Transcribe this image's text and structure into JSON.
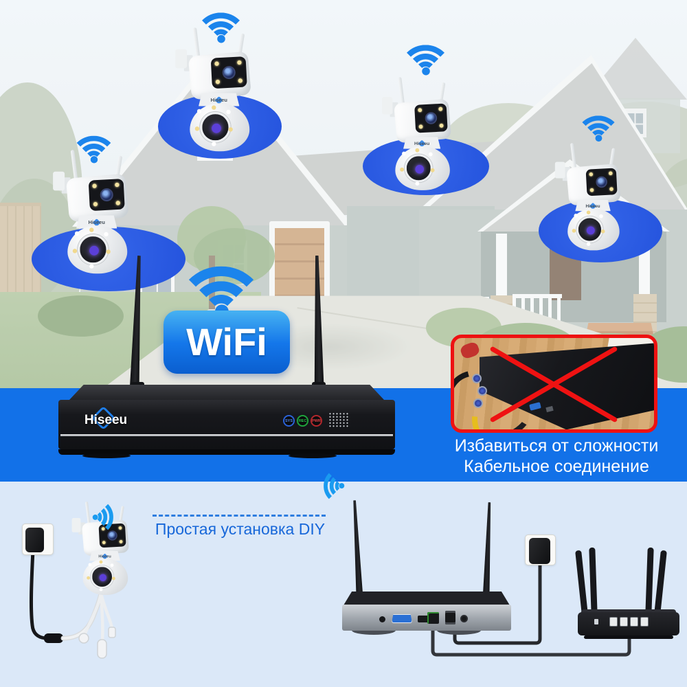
{
  "brand": "Hiseeu",
  "hero": {
    "wifi_badge_label": "WiFi",
    "camera_count": 4,
    "leds": [
      {
        "label": "SYS",
        "color": "#3f78e8"
      },
      {
        "label": "REC",
        "color": "#2bc24a"
      },
      {
        "label": "PWR",
        "color": "#e0484e"
      }
    ]
  },
  "inset": {
    "caption_line1": "Избавиться от сложности",
    "caption_line2": "Кабельное соединение"
  },
  "setup": {
    "caption": "Простая установка DIY"
  },
  "icons": {
    "camera_signal": "wifi-signal-icon",
    "badge_signal": "wifi-signal-icon",
    "setup_link_left": "wifi-signal-icon-right",
    "setup_link_right": "wifi-signal-icon-left",
    "crossed_out": "red-cross-icon"
  },
  "colors": {
    "band_blue": "#1271e8",
    "ellipse_blue": "#2a5ce4",
    "bottom_panel_blue": "#dbe8f8",
    "wifi_icon_blue": "#1b84ec",
    "alert_red": "#ee1111",
    "setup_text_blue": "#1767d9"
  }
}
